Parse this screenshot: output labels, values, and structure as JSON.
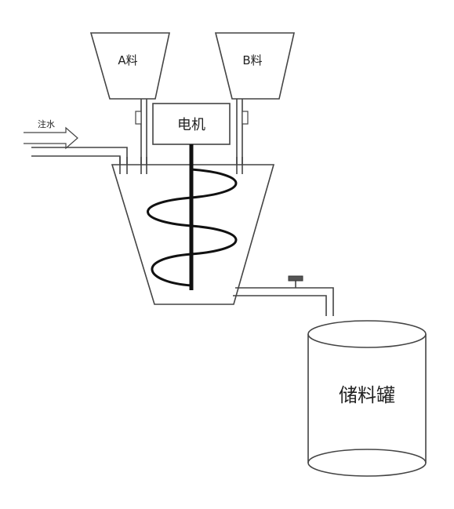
{
  "labels": {
    "hopper_a": "A料",
    "hopper_b": "B料",
    "motor": "电机",
    "water_inlet": "注水",
    "storage_tank": "储料罐"
  }
}
